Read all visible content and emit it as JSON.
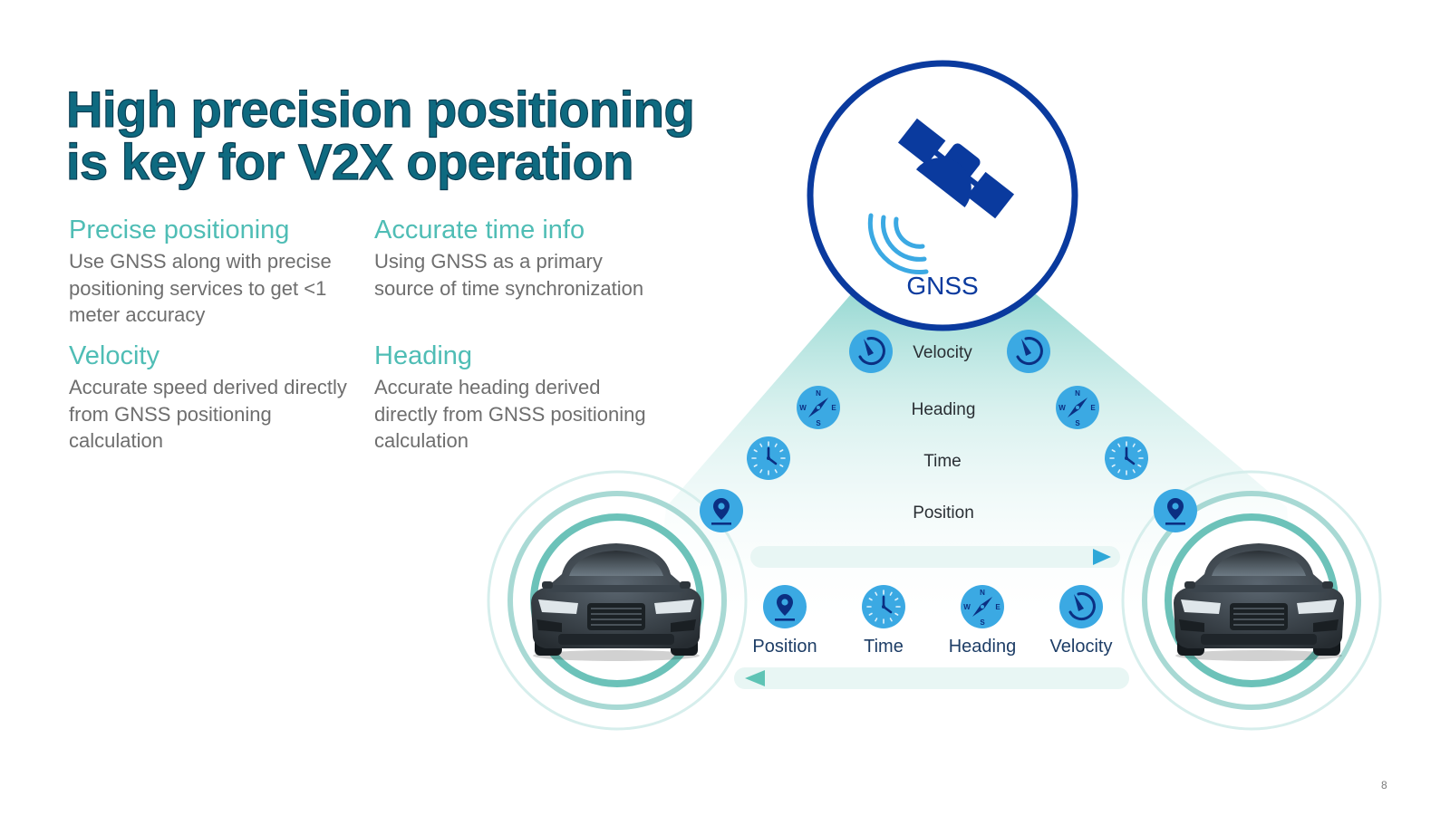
{
  "title": {
    "line1": "High precision positioning",
    "line2": "is key for V2X operation"
  },
  "features": [
    {
      "heading": "Precise positioning",
      "text": "Use GNSS along with precise positioning services to get <1 meter accuracy"
    },
    {
      "heading": "Accurate time info",
      "text": "Using GNSS as a primary source of time synchronization"
    },
    {
      "heading": "Velocity",
      "text": "Accurate speed derived directly from GNSS positioning calculation"
    },
    {
      "heading": "Heading",
      "text": "Accurate heading derived directly from GNSS positioning calculation"
    }
  ],
  "diagram": {
    "satellite_label": "GNSS",
    "cone_labels": [
      "Velocity",
      "Heading",
      "Time",
      "Position"
    ],
    "bottom_labels": [
      "Position",
      "Time",
      "Heading",
      "Velocity"
    ],
    "compass_letters": [
      "N",
      "E",
      "S",
      "W"
    ],
    "icons": [
      "velocity-gauge-icon",
      "compass-icon",
      "clock-icon",
      "location-pin-icon",
      "satellite-icon",
      "car-icon",
      "arrow-right-icon",
      "arrow-left-icon"
    ]
  },
  "colors": {
    "title": "#0e6a80",
    "heading": "#4fbdb5",
    "body_text": "#6e6e6e",
    "gnss_blue": "#0a3a9e",
    "icon_blue": "#3ba9e3",
    "teal": "#5dbdb6"
  },
  "slide_number": "8"
}
